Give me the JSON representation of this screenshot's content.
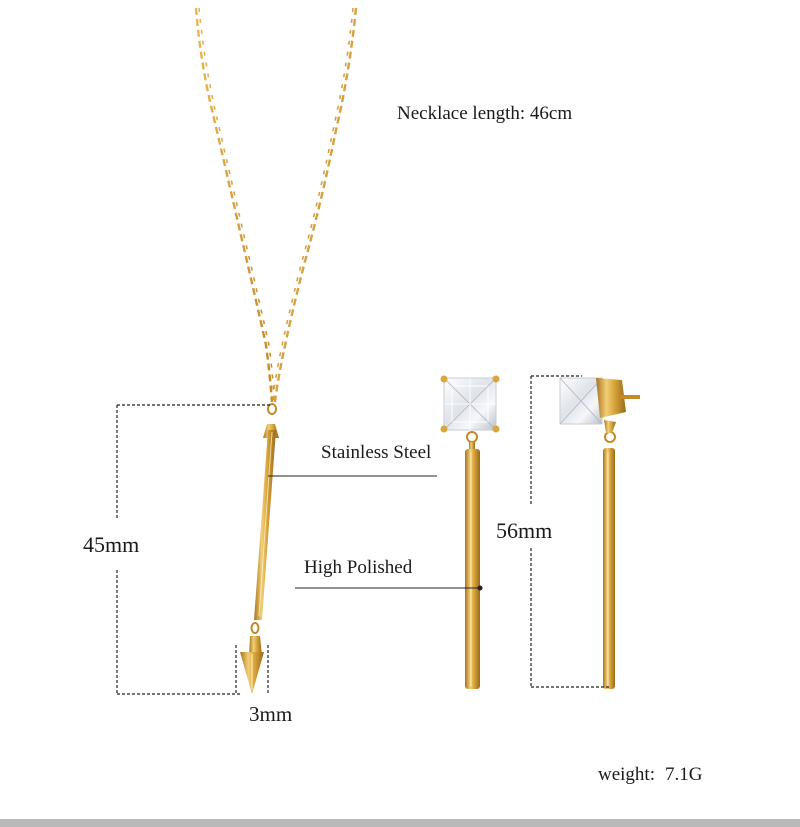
{
  "labels": {
    "necklace_length": "Necklace length: 46cm",
    "material": "Stainless Steel",
    "finish": "High Polished",
    "pendant_length": "45mm",
    "earring_length": "56mm",
    "spike_width": "3mm",
    "weight_label": "weight:",
    "weight_value": "7.1G"
  },
  "colors": {
    "gold_light": "#f2cf78",
    "gold_mid": "#d9a53d",
    "gold_dark": "#a8741c",
    "guide_line": "#222222",
    "background": "#ffffff",
    "bottom_bar": "#b9b9b9"
  }
}
